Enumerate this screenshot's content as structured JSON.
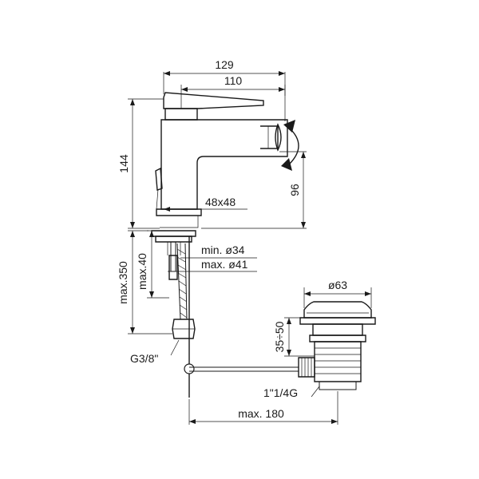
{
  "diagram": {
    "type": "technical-drawing",
    "subject": "bidet mixer with pop-up waste",
    "line_color": "#1a1a1a",
    "background": "#ffffff"
  },
  "dimensions": {
    "total_length": "129",
    "spout_length": "110",
    "total_height": "144",
    "outlet_height": "96",
    "base_size": "48x48",
    "hole_min": "min. ø34",
    "hole_max": "max. ø41",
    "max_thickness": "max.40",
    "hose_length": "max.350",
    "connection_thread": "G3/8\"",
    "waste_diameter": "ø63",
    "waste_range": "35÷50",
    "waste_thread": "1\"1/4G",
    "rod_length": "max. 180"
  }
}
